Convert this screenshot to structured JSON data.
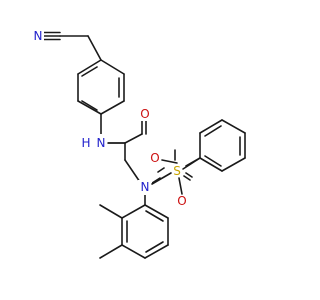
{
  "molecule": {
    "atoms": [
      {
        "id": "N_nitrile",
        "symbol": "N",
        "color": "#2222cc"
      },
      {
        "id": "N_amide",
        "symbol": "N",
        "color": "#2222cc"
      },
      {
        "id": "H_amide",
        "symbol": "H",
        "color": "#2222cc"
      },
      {
        "id": "O_carbonyl",
        "symbol": "O",
        "color": "#cc1111"
      },
      {
        "id": "N_sulfonamide",
        "symbol": "N",
        "color": "#2222cc"
      },
      {
        "id": "S_sulfonyl",
        "symbol": "S",
        "color": "#c8a400"
      },
      {
        "id": "O_sulfonyl_1",
        "symbol": "O",
        "color": "#cc1111"
      },
      {
        "id": "O_sulfonyl_2",
        "symbol": "O",
        "color": "#cc1111"
      }
    ]
  }
}
